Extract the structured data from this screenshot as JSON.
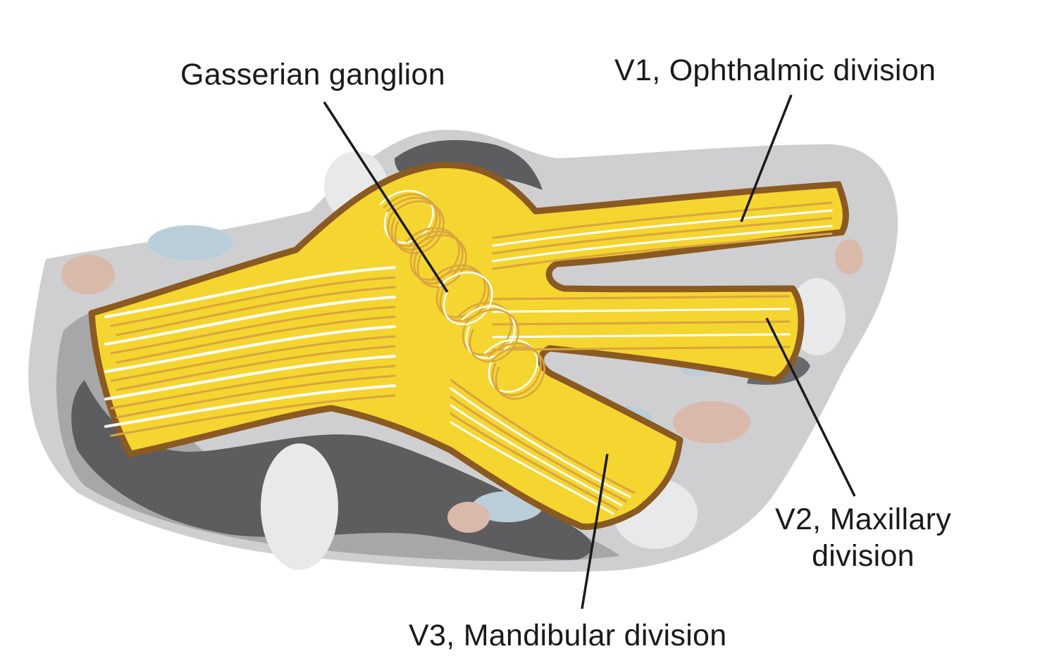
{
  "labels": {
    "gasserian": "Gasserian ganglion",
    "v1": "V1, Ophthalmic division",
    "v2_line1": "V2, Maxillary",
    "v2_line2": "division",
    "v3": "V3, Mandibular division"
  },
  "colors": {
    "background": "#ffffff",
    "tissue_light": "#cfcfd1",
    "tissue_mid": "#a7a7aa",
    "tissue_dark": "#5d5d60",
    "tissue_highlight": "#e9e9eb",
    "blue_spot": "#b9ced9",
    "pink_spot": "#d9b9a9",
    "nerve_fill": "#f5d530",
    "nerve_outline": "#8a5a22",
    "fiber": "#d9a441",
    "fiber_light": "#ffffff",
    "leader_line": "#1a1a1a"
  }
}
